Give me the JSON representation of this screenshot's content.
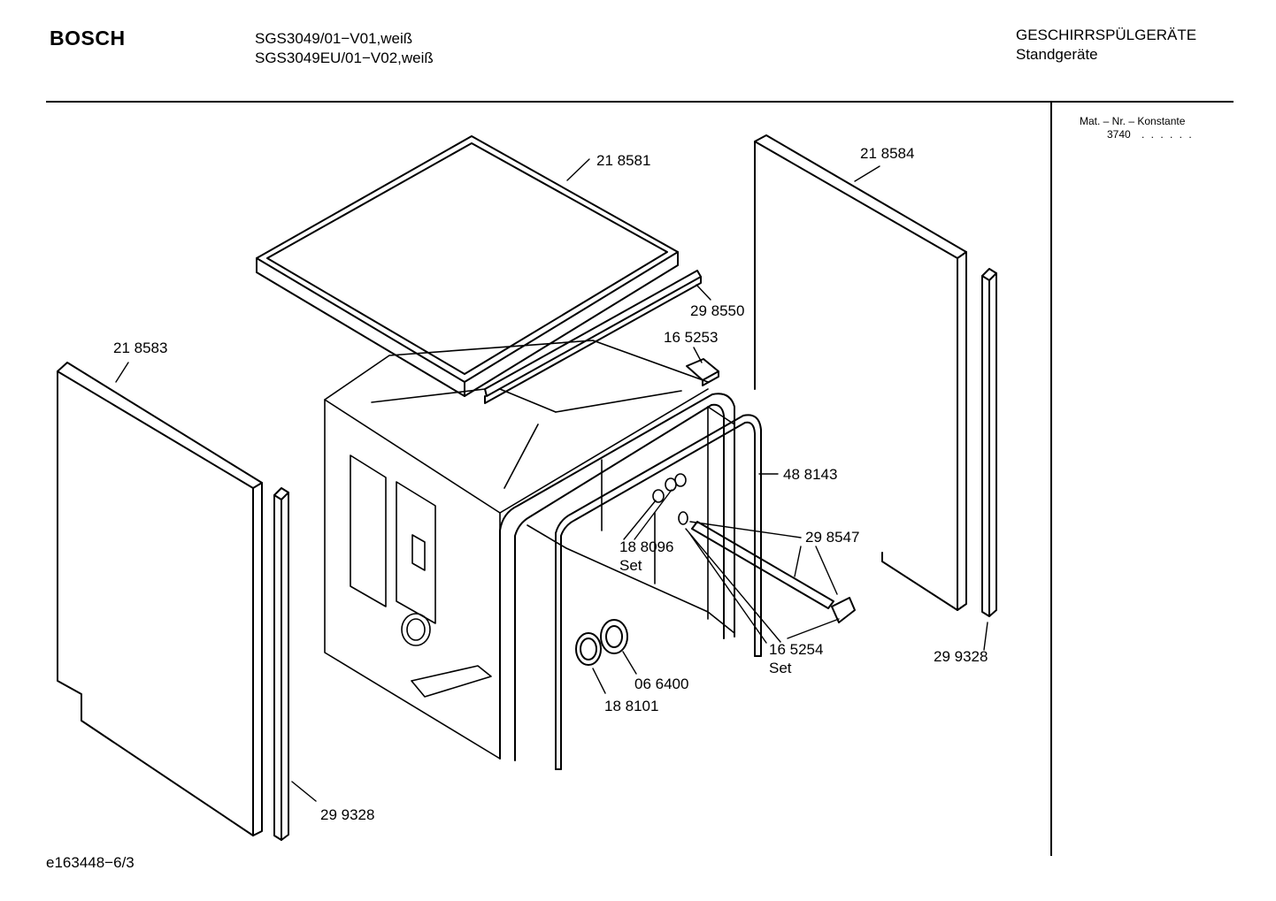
{
  "header": {
    "brand": "BOSCH",
    "model_line_1": "SGS3049/01−V01,weiß",
    "model_line_2": "SGS3049EU/01−V02,weiß",
    "category": "GESCHIRRSPÜLGERÄTE",
    "subcategory": "Standgeräte"
  },
  "side_panel": {
    "label": "Mat. – Nr. – Konstante",
    "value": "3740",
    "dots": ". .  . . . ."
  },
  "parts": [
    {
      "number": "21 8581"
    },
    {
      "number": "21 8584"
    },
    {
      "number": "29 8550"
    },
    {
      "number": "16 5253"
    },
    {
      "number": "21 8583"
    },
    {
      "number": "48 8143"
    },
    {
      "number": "29 8547"
    },
    {
      "number": "18 8096",
      "note": "Set"
    },
    {
      "number": "16 5254",
      "note": "Set"
    },
    {
      "number": "29 9328"
    },
    {
      "number": "06 6400"
    },
    {
      "number": "18 8101"
    },
    {
      "number": "29 9328"
    }
  ],
  "footer": {
    "drawing_code": "e163448−6/3"
  }
}
